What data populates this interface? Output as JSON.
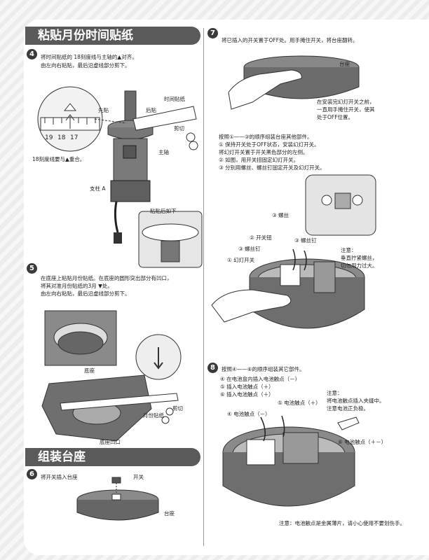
{
  "left": {
    "section1_title": "粘贴月份时间贴纸",
    "step4": {
      "num": "4",
      "lines": [
        "将时间贴纸的 18刻度线与主轴的▲对齐。",
        "由左向右粘贴，最后沿虚线部分剪下。"
      ],
      "labels": {
        "sticker": "时间贴纸",
        "front": "先贴",
        "back": "后贴",
        "cut": "剪切",
        "shaft": "主轴",
        "support": "支柱 A",
        "after": "粘贴后如下",
        "align": "18刻度线要与▲重合。"
      },
      "scale": [
        "19",
        "18",
        "17"
      ]
    },
    "step5": {
      "num": "5",
      "lines": [
        "在底座上粘贴月份贴纸。在底座的圆形突出部分有凹口，",
        "将其对准月份贴纸的3月 ▼处。",
        "由左向右粘贴，最后沿虚线部分剪下。"
      ],
      "labels": {
        "base": "底座",
        "month_sticker": "月份贴纸",
        "cut": "剪切",
        "notch": "底座凹口"
      }
    },
    "section2_title": "组装台座",
    "step6": {
      "num": "6",
      "lines": [
        "将开关插入台座"
      ],
      "labels": {
        "switch": "开关",
        "pedestal": "台座"
      }
    }
  },
  "right": {
    "step7": {
      "num": "7",
      "lines": [
        "将已插入的开关置于OFF处。用手掩住开关，将台座翻转。"
      ],
      "labels": {
        "pedestal": "台座"
      },
      "note": [
        "在安装完幻灯开关之前，",
        "一直用手掩住开关，使其",
        "处于OFF位置。"
      ],
      "steps": [
        "按照①——③的顺序组装台座其他部件。",
        "① 保持开关处于OFF状态，安装幻灯开关。",
        "     将幻灯开关置于开关黑色部分的左侧。",
        "② 如图，用开关扭固定幻灯开关。",
        "③ 分别用螺丝、螺丝钉固定开关及幻灯开关。"
      ],
      "labels2": {
        "screw": "③ 螺丝",
        "switch_knob": "② 开关钮",
        "screw_nail_r": "③ 螺丝钉",
        "screw_nail_l": "③ 螺丝钉",
        "slide_switch": "① 幻灯开关"
      },
      "caution": [
        "注意：",
        "垂直拧紧螺丝，",
        "切勿用力过大。"
      ]
    },
    "step8": {
      "num": "8",
      "intro": "按照④——⑥的顺序组装其它部件。",
      "lines": [
        "④ 在电池盒内插入电池触点（－）",
        "⑤ 插入电池触点（＋）",
        "⑥ 插入电池触点（＋）"
      ],
      "labels": {
        "c5": "⑤ 电池触点（＋）",
        "c4": "④ 电池触点（－）",
        "c6": "⑥ 电池触点（＋－）"
      },
      "caution": [
        "注意：",
        "将电池触点插入夹缝中。",
        "注意电池正负极。"
      ],
      "bottom_note": "注意：电池触点是金属薄片，请小心使用不要划伤手。"
    }
  }
}
